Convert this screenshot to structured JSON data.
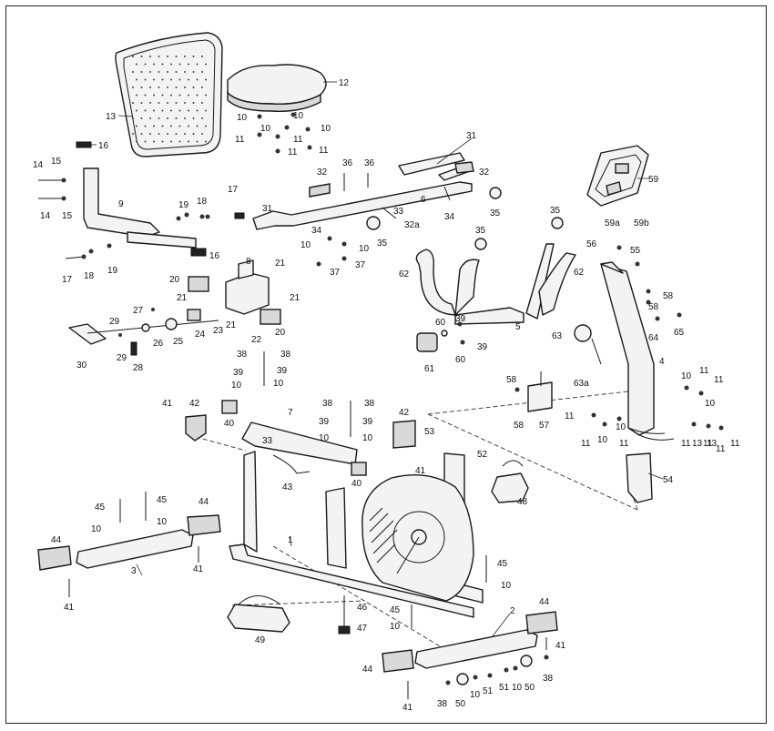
{
  "diagram": {
    "callouts": [
      {
        "id": "c13a",
        "label": "13"
      },
      {
        "id": "c12",
        "label": "12"
      },
      {
        "id": "c16a",
        "label": "16"
      },
      {
        "id": "c10a",
        "label": "10"
      },
      {
        "id": "c10b",
        "label": "10"
      },
      {
        "id": "c10c",
        "label": "10"
      },
      {
        "id": "c10d",
        "label": "10"
      },
      {
        "id": "c11a",
        "label": "11"
      },
      {
        "id": "c11b",
        "label": "11"
      },
      {
        "id": "c11c",
        "label": "11"
      },
      {
        "id": "c11d",
        "label": "11"
      },
      {
        "id": "c14a",
        "label": "14"
      },
      {
        "id": "c15a",
        "label": "15"
      },
      {
        "id": "c14b",
        "label": "14"
      },
      {
        "id": "c15b",
        "label": "15"
      },
      {
        "id": "c9",
        "label": "9"
      },
      {
        "id": "c19a",
        "label": "19"
      },
      {
        "id": "c18a",
        "label": "18"
      },
      {
        "id": "c17a",
        "label": "17"
      },
      {
        "id": "c16b",
        "label": "16"
      },
      {
        "id": "c17b",
        "label": "17"
      },
      {
        "id": "c18b",
        "label": "18"
      },
      {
        "id": "c19b",
        "label": "19"
      },
      {
        "id": "c31a",
        "label": "31"
      },
      {
        "id": "c32a",
        "label": "32"
      },
      {
        "id": "c36a",
        "label": "36"
      },
      {
        "id": "c36b",
        "label": "36"
      },
      {
        "id": "c32b",
        "label": "32"
      },
      {
        "id": "c6",
        "label": "6"
      },
      {
        "id": "c33a",
        "label": "33"
      },
      {
        "id": "c32c",
        "label": "32a"
      },
      {
        "id": "c34a",
        "label": "34"
      },
      {
        "id": "c35a",
        "label": "35"
      },
      {
        "id": "c31b",
        "label": "31"
      },
      {
        "id": "c34b",
        "label": "34"
      },
      {
        "id": "c10e",
        "label": "10"
      },
      {
        "id": "c10f",
        "label": "10"
      },
      {
        "id": "c35b",
        "label": "35"
      },
      {
        "id": "c37a",
        "label": "37"
      },
      {
        "id": "c37b",
        "label": "37"
      },
      {
        "id": "c59",
        "label": "59"
      },
      {
        "id": "c59a",
        "label": "59a"
      },
      {
        "id": "c59b",
        "label": "59b"
      },
      {
        "id": "c35c",
        "label": "35"
      },
      {
        "id": "c35d",
        "label": "35"
      },
      {
        "id": "c56",
        "label": "56"
      },
      {
        "id": "c55",
        "label": "55"
      },
      {
        "id": "c62a",
        "label": "62"
      },
      {
        "id": "c62b",
        "label": "62"
      },
      {
        "id": "c58a",
        "label": "58"
      },
      {
        "id": "c58b",
        "label": "58"
      },
      {
        "id": "c20a",
        "label": "20"
      },
      {
        "id": "c8",
        "label": "8"
      },
      {
        "id": "c21a",
        "label": "21"
      },
      {
        "id": "c21b",
        "label": "21"
      },
      {
        "id": "c21c",
        "label": "21"
      },
      {
        "id": "c21d",
        "label": "21"
      },
      {
        "id": "c27",
        "label": "27"
      },
      {
        "id": "c20b",
        "label": "20"
      },
      {
        "id": "c29a",
        "label": "29"
      },
      {
        "id": "c29b",
        "label": "29"
      },
      {
        "id": "c26",
        "label": "26"
      },
      {
        "id": "c25",
        "label": "25"
      },
      {
        "id": "c24",
        "label": "24"
      },
      {
        "id": "c23",
        "label": "23"
      },
      {
        "id": "c22",
        "label": "22"
      },
      {
        "id": "c28",
        "label": "28"
      },
      {
        "id": "c30",
        "label": "30"
      },
      {
        "id": "c60a",
        "label": "60"
      },
      {
        "id": "c39a",
        "label": "39"
      },
      {
        "id": "c5",
        "label": "5"
      },
      {
        "id": "c61",
        "label": "61"
      },
      {
        "id": "c60b",
        "label": "60"
      },
      {
        "id": "c39b",
        "label": "39"
      },
      {
        "id": "c63",
        "label": "63"
      },
      {
        "id": "c64",
        "label": "64"
      },
      {
        "id": "c65",
        "label": "65"
      },
      {
        "id": "c4",
        "label": "4"
      },
      {
        "id": "c63a",
        "label": "63a"
      },
      {
        "id": "c38a",
        "label": "38"
      },
      {
        "id": "c38b",
        "label": "38"
      },
      {
        "id": "c39c",
        "label": "39"
      },
      {
        "id": "c39d",
        "label": "39"
      },
      {
        "id": "c10g",
        "label": "10"
      },
      {
        "id": "c10h",
        "label": "10"
      },
      {
        "id": "c58c",
        "label": "58"
      },
      {
        "id": "c58d",
        "label": "58"
      },
      {
        "id": "c57",
        "label": "57"
      },
      {
        "id": "c10i",
        "label": "10"
      },
      {
        "id": "c11e",
        "label": "11"
      },
      {
        "id": "c11f",
        "label": "11"
      },
      {
        "id": "c10j",
        "label": "10"
      },
      {
        "id": "c11g",
        "label": "11"
      },
      {
        "id": "c10k",
        "label": "10"
      },
      {
        "id": "c11h",
        "label": "11"
      },
      {
        "id": "c10l",
        "label": "10"
      },
      {
        "id": "c11i",
        "label": "11"
      },
      {
        "id": "c11j",
        "label": "11"
      },
      {
        "id": "c13b",
        "label": "13"
      },
      {
        "id": "c11k",
        "label": "11"
      },
      {
        "id": "c13c",
        "label": "13"
      },
      {
        "id": "c11l",
        "label": "11"
      },
      {
        "id": "c11m",
        "label": "11"
      },
      {
        "id": "c41a",
        "label": "41"
      },
      {
        "id": "c42a",
        "label": "42"
      },
      {
        "id": "c40a",
        "label": "40"
      },
      {
        "id": "c7",
        "label": "7"
      },
      {
        "id": "c38c",
        "label": "38"
      },
      {
        "id": "c38d",
        "label": "38"
      },
      {
        "id": "c39e",
        "label": "39"
      },
      {
        "id": "c39f",
        "label": "39"
      },
      {
        "id": "c10m",
        "label": "10"
      },
      {
        "id": "c10n",
        "label": "10"
      },
      {
        "id": "c42b",
        "label": "42"
      },
      {
        "id": "c53",
        "label": "53"
      },
      {
        "id": "c52",
        "label": "52"
      },
      {
        "id": "c41b",
        "label": "41"
      },
      {
        "id": "c33b",
        "label": "33"
      },
      {
        "id": "c40b",
        "label": "40"
      },
      {
        "id": "c43",
        "label": "43"
      },
      {
        "id": "c48",
        "label": "48"
      },
      {
        "id": "c54",
        "label": "54"
      },
      {
        "id": "c45a",
        "label": "45"
      },
      {
        "id": "c45b",
        "label": "45"
      },
      {
        "id": "c44a",
        "label": "44"
      },
      {
        "id": "c10o",
        "label": "10"
      },
      {
        "id": "c10p",
        "label": "10"
      },
      {
        "id": "c41c",
        "label": "41"
      },
      {
        "id": "c44b",
        "label": "44"
      },
      {
        "id": "c3",
        "label": "3"
      },
      {
        "id": "c1",
        "label": "1"
      },
      {
        "id": "c41d",
        "label": "41"
      },
      {
        "id": "c45c",
        "label": "45"
      },
      {
        "id": "c10q",
        "label": "10"
      },
      {
        "id": "c46",
        "label": "46"
      },
      {
        "id": "c45d",
        "label": "45"
      },
      {
        "id": "c47",
        "label": "47"
      },
      {
        "id": "c10r",
        "label": "10"
      },
      {
        "id": "c49",
        "label": "49"
      },
      {
        "id": "c2",
        "label": "2"
      },
      {
        "id": "c44c",
        "label": "44"
      },
      {
        "id": "c41e",
        "label": "41"
      },
      {
        "id": "c38e",
        "label": "38"
      },
      {
        "id": "c44d",
        "label": "44"
      },
      {
        "id": "c41f",
        "label": "41"
      },
      {
        "id": "c38f",
        "label": "38"
      },
      {
        "id": "c50a",
        "label": "50"
      },
      {
        "id": "c10s",
        "label": "10"
      },
      {
        "id": "c51a",
        "label": "51"
      },
      {
        "id": "c51b",
        "label": "51"
      },
      {
        "id": "c10t",
        "label": "10"
      },
      {
        "id": "c50b",
        "label": "50"
      }
    ]
  }
}
